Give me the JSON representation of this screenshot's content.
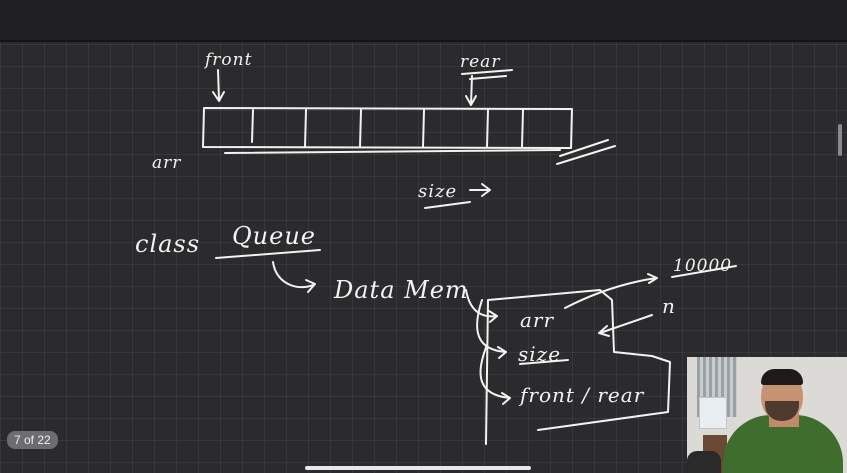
{
  "board": {
    "labels": {
      "front": "front",
      "rear": "rear",
      "arr": "arr",
      "size": "size",
      "class_kw": "class",
      "class_name": "Queue",
      "data_members": "Data Mem",
      "member_arr": "arr",
      "member_size": "size",
      "member_front_rear": "front / rear",
      "capacity_value": "10000",
      "n_label": "n"
    }
  },
  "page_indicator": {
    "text": "7 of 22"
  },
  "webcam": {
    "description_icon": "presenter-video-icon"
  },
  "colors": {
    "background": "#2b2b2d",
    "ink": "#f2f2f2",
    "topbar": "#1f1f21"
  }
}
